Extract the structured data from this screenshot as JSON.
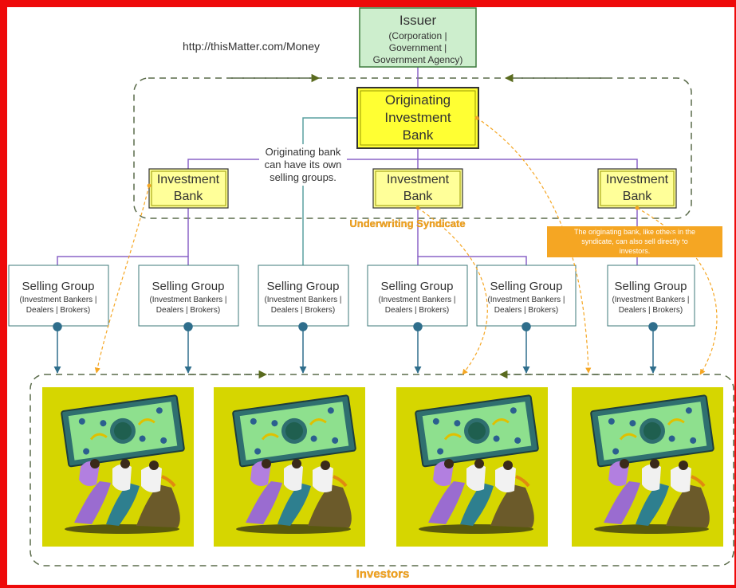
{
  "url_label": "http://thisMatter.com/Money",
  "issuer": {
    "title": "Issuer",
    "line1": "(Corporation |",
    "line2": "Government |",
    "line3": "Government Agency)"
  },
  "originating_bank": {
    "line1": "Originating",
    "line2": "Investment",
    "line3": "Bank"
  },
  "investment_banks": [
    {
      "line1": "Investment",
      "line2": "Bank"
    },
    {
      "line1": "Investment",
      "line2": "Bank"
    },
    {
      "line1": "Investment",
      "line2": "Bank"
    }
  ],
  "origin_note": {
    "line1": "Originating bank",
    "line2": "can have its own",
    "line3": "selling groups."
  },
  "syndicate_label": "Underwriting Syndicate",
  "direct_sell_note": {
    "line1": "The originating bank, like others in the",
    "line2": "syndicate, can also sell directly to",
    "line3": "investors."
  },
  "selling_groups": [
    {
      "title": "Selling Group",
      "line1": "(Investment Bankers |",
      "line2": "Dealers | Brokers)"
    },
    {
      "title": "Selling Group",
      "line1": "(Investment Bankers |",
      "line2": "Dealers | Brokers)"
    },
    {
      "title": "Selling Group",
      "line1": "(Investment Bankers |",
      "line2": "Dealers | Brokers)"
    },
    {
      "title": "Selling Group",
      "line1": "(Investment Bankers |",
      "line2": "Dealers | Brokers)"
    },
    {
      "title": "Selling Group",
      "line1": "(Investment Bankers |",
      "line2": "Dealers | Brokers)"
    },
    {
      "title": "Selling Group",
      "line1": "(Investment Bankers |",
      "line2": "Dealers | Brokers)"
    }
  ],
  "investors_label": "Investors",
  "colors": {
    "frame": "#ee0a0a",
    "issuer_fill": "#cdeecd",
    "originating_fill": "#ffff33",
    "bank_fill": "#ffff99",
    "connector": "#8a63c7",
    "teal": "#5aa0a0",
    "investor_bg": "#d6d600",
    "syndicate_text": "#f5a623",
    "note_bg": "#f5a623",
    "dash": "#5a6b4a",
    "marker": "#2f6e8c"
  },
  "icons": [
    "investors-money-clipart-icon"
  ]
}
